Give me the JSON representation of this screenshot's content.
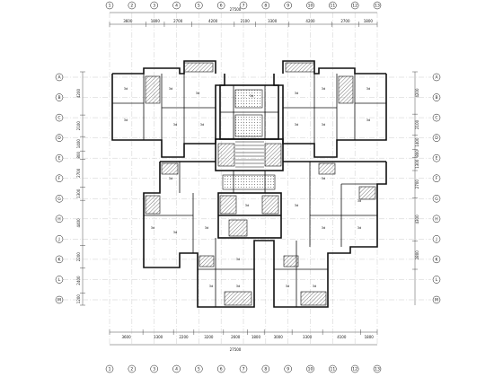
{
  "drawing": {
    "title_dimension": "27500",
    "bottom_total_dimension": "27500"
  },
  "top_dimensions": [
    "3600",
    "1800",
    "2700",
    "4200",
    "2100",
    "3300",
    "4200",
    "2700",
    "1800"
  ],
  "bottom_dimensions": [
    "3600",
    "3300",
    "2200",
    "3200",
    "2600",
    "1800",
    "3000",
    "3300",
    "4100",
    "1800"
  ],
  "left_dimensions": [
    "4200",
    "2100",
    "1400",
    "800",
    "2700",
    "1300",
    "4400",
    "2200",
    "2400",
    "1200"
  ],
  "right_dimensions": [
    "4200",
    "2100",
    "1400",
    "800",
    "1300",
    "2700",
    "4300",
    "2800"
  ],
  "top_axis_labels": [
    "1",
    "2",
    "3",
    "4",
    "5",
    "6",
    "7",
    "8",
    "9",
    "10",
    "11",
    "12",
    "13"
  ],
  "bottom_axis_labels": [
    "1",
    "2",
    "3",
    "4",
    "5",
    "6",
    "7",
    "8",
    "9",
    "10",
    "11",
    "12",
    "13"
  ],
  "left_axis_labels": [
    "A",
    "B",
    "C",
    "D",
    "E",
    "F",
    "G",
    "H",
    "J",
    "K",
    "L",
    "M"
  ],
  "right_axis_labels": [
    "A",
    "B",
    "C",
    "D",
    "E",
    "F",
    "G",
    "H",
    "J",
    "K",
    "L",
    "M"
  ],
  "room_tags": [
    "3d",
    "3d",
    "3d",
    "3d",
    "3d",
    "3d",
    "3d",
    "3d",
    "3d",
    "3d",
    "3d",
    "3d",
    "3d",
    "3d",
    "3d",
    "3d",
    "3d",
    "3d",
    "3d",
    "3d",
    "3d",
    "3d",
    "3d",
    "3d",
    "3d",
    "3d",
    "3d",
    "3d"
  ],
  "colors": {
    "line": "#111111",
    "hatch": "#444444",
    "background": "#ffffff"
  }
}
